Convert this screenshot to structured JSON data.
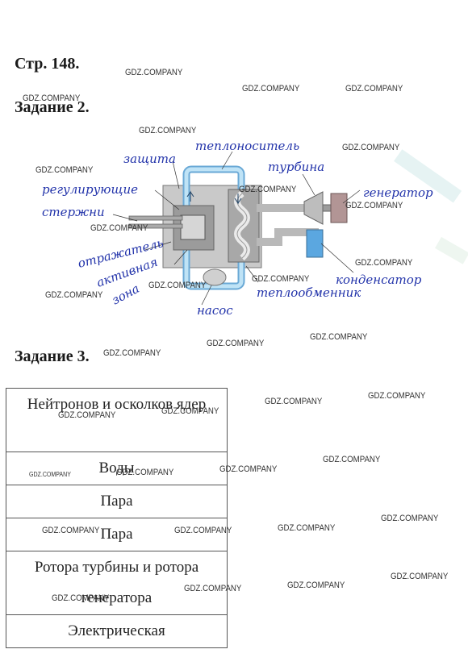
{
  "headings": {
    "page": "Стр. 148.",
    "task2": "Задание 2.",
    "task3": "Задание 3."
  },
  "watermark": "GDZ.COMPANY",
  "diagram": {
    "labels": {
      "protection": "защита",
      "coolant": "теплоноситель",
      "turbine": "турбина",
      "regulating": "регулирующие",
      "rods": "стержни",
      "generator": "генератор",
      "reflector": "отражатель",
      "active": "активная",
      "zone": "зона",
      "condenser": "конденсатор",
      "heat_exchanger": "теплообменник",
      "pump": "насос"
    },
    "colors": {
      "water": "#a8d8f0",
      "pipe": "#b8b8b8",
      "shield": "#8e8e8e",
      "handwriting": "#2233aa"
    }
  },
  "table": {
    "rows": [
      "Нейтронов и осколков ядер",
      "Воды",
      "Пара",
      "Пара",
      "Ротора турбины и ротора генератора",
      "Электрическая"
    ]
  }
}
